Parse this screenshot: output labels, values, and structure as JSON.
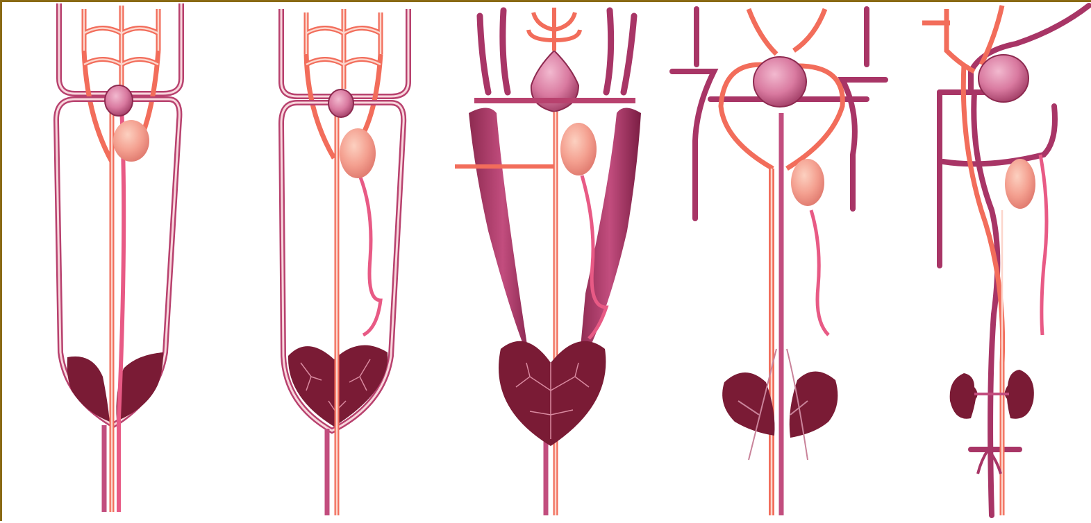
{
  "figure": {
    "panel_count": 5,
    "colors": {
      "frame": "#8a6a14",
      "vein_fill": "#c24d7e",
      "vein_dark": "#8d2a50",
      "artery": "#f26d5b",
      "artery_light": "#fbb4a1",
      "heart": "#d97aa0",
      "liver_fill": "#7a1b35",
      "vessel_streak": "#d98aa0",
      "gland": "#f4a090"
    },
    "panels": [
      {
        "id": "stage-1",
        "features": [
          "portal-trunk",
          "lateral-vein-loop",
          "paired-liver-lobes",
          "small-heart-bulb",
          "oval-gland"
        ]
      },
      {
        "id": "stage-2",
        "features": [
          "portal-trunk",
          "lateral-vein-loop",
          "fused-liver",
          "small-heart-bulb",
          "oval-gland"
        ]
      },
      {
        "id": "stage-3",
        "features": [
          "expanded-cardinal-veins",
          "heart-bulb",
          "heart-shaped-liver",
          "oval-gland"
        ]
      },
      {
        "id": "stage-4",
        "features": [
          "arched-vessels",
          "large-heart",
          "bilobed-organ",
          "oval-gland"
        ]
      },
      {
        "id": "stage-5",
        "features": [
          "asymmetric-vessels",
          "large-heart",
          "kidney-pair",
          "oval-gland"
        ]
      }
    ]
  }
}
